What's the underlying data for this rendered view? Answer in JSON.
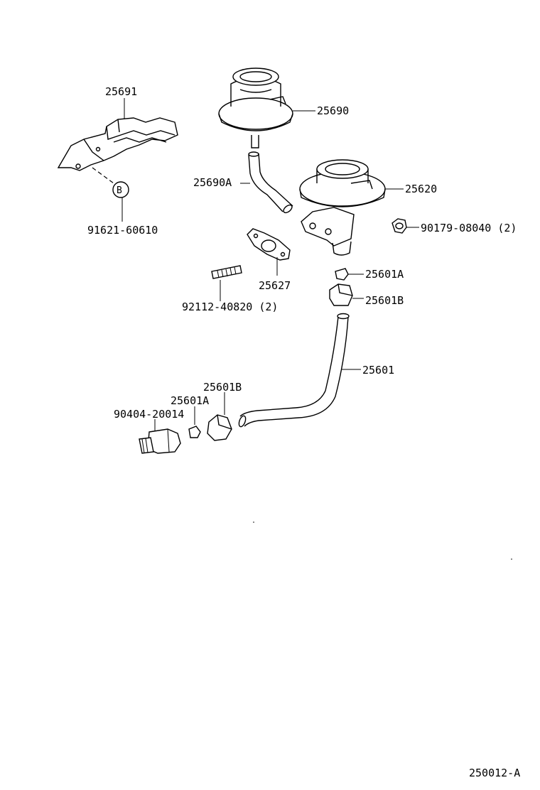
{
  "labels": {
    "p25691": "25691",
    "p25690": "25690",
    "p25690A": "25690A",
    "p25620": "25620",
    "p90179": "90179-08040 (2)",
    "circleB": "B",
    "p91621": "91621-60610",
    "p25627": "25627",
    "p25601A_top": "25601A",
    "p25601B_top": "25601B",
    "p92112": "92112-40820 (2)",
    "p25601": "25601",
    "p25601B_low": "25601B",
    "p25601A_low": "25601A",
    "p90404": "90404-20014",
    "figure_code": "250012-A"
  }
}
